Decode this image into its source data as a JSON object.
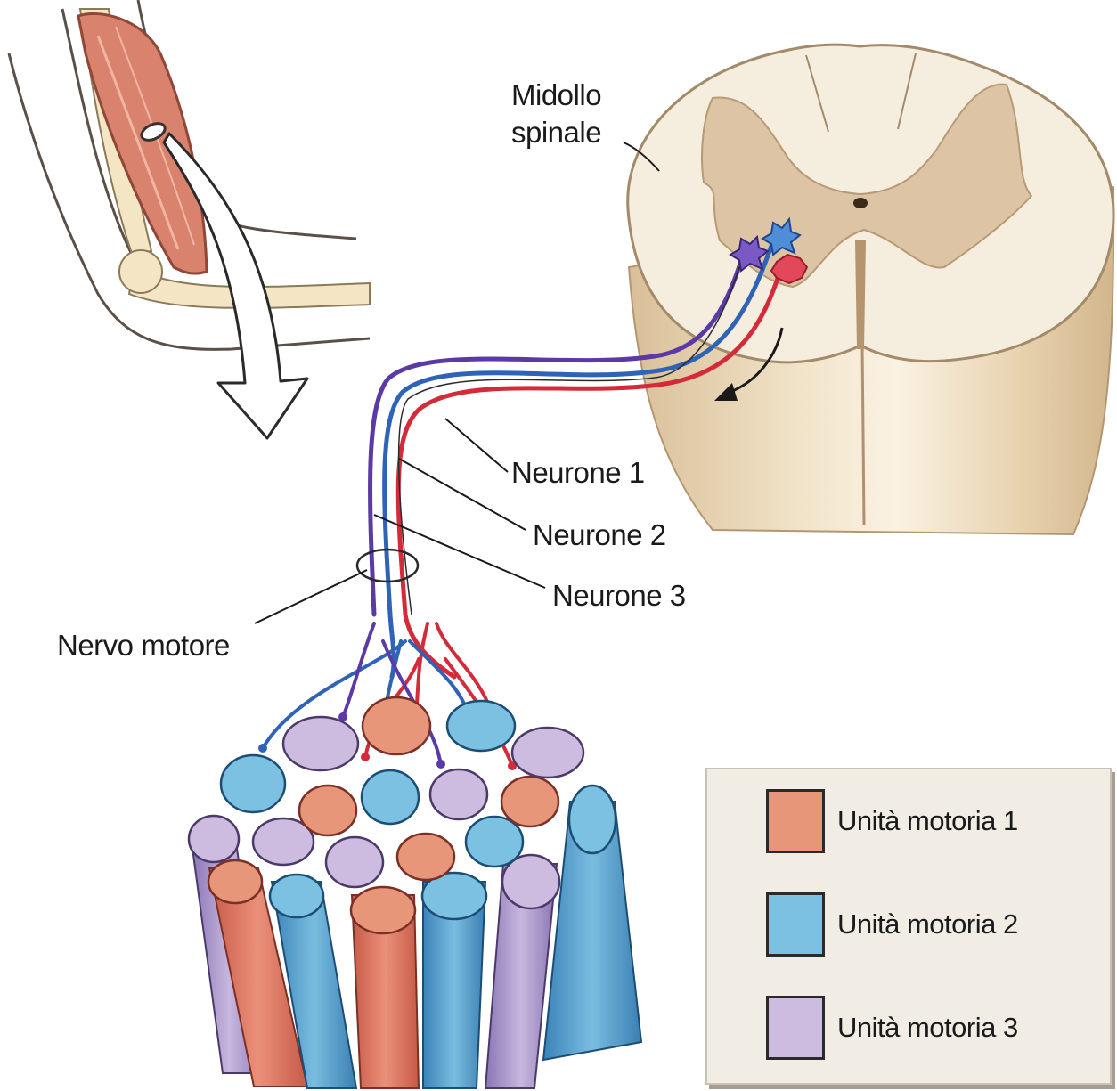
{
  "labels": {
    "spinal_cord_line1": "Midollo",
    "spinal_cord_line2": "spinale",
    "neuron1": "Neurone 1",
    "neuron2": "Neurone 2",
    "neuron3": "Neurone 3",
    "motor_nerve": "Nervo motore"
  },
  "legend": {
    "items": [
      {
        "label": "Unità motoria 1",
        "color": "#e8967a"
      },
      {
        "label": "Unità motoria 2",
        "color": "#7cc1e2"
      },
      {
        "label": "Unità motoria 3",
        "color": "#cdbbe0"
      }
    ]
  },
  "colors": {
    "neuron1": "#d42b3a",
    "neuron2": "#2e63b8",
    "neuron3": "#5b3aa6",
    "muscle": "#d9836e",
    "cord_white_matter": "#f5eedf",
    "cord_gray_matter": "#dcc4a4"
  }
}
